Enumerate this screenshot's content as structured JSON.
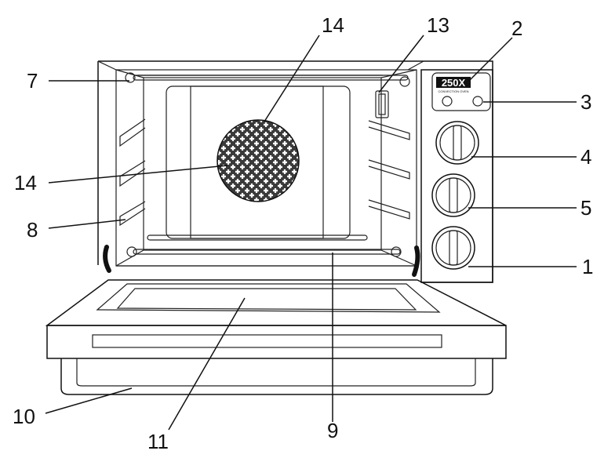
{
  "brand_badge": "250X",
  "brand_subtext": "CONVECTION OVEN",
  "callouts": {
    "c1": "1",
    "c2": "2",
    "c3": "3",
    "c4": "4",
    "c5": "5",
    "c7": "7",
    "c8": "8",
    "c9": "9",
    "c10": "10",
    "c11": "11",
    "c13": "13",
    "c14_top": "14",
    "c14_left": "14"
  },
  "colors": {
    "line": "#111111",
    "background": "#ffffff",
    "fan_fill": "#444444",
    "door_seal": "#111111"
  }
}
